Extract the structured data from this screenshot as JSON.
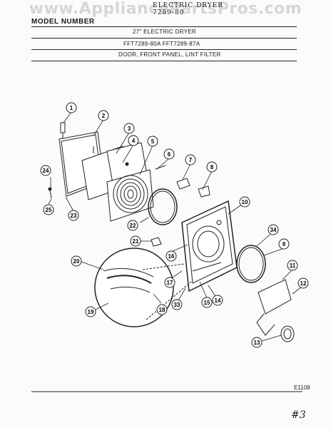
{
  "watermark": "www.AppliancePartsPros.com",
  "header": {
    "title": "ELECTRIC DRYER",
    "code": "7289-80",
    "model_label": "MODEL NUMBER",
    "subtitle": "27\" ELECTRIC DRYER",
    "models": "FFT7289-80A    FFT7289-87A",
    "section": "DOOR, FRONT PANEL, LINT FILTER"
  },
  "figure_code": "E1108",
  "handwritten_note": "#3",
  "callouts": [
    "1",
    "2",
    "3",
    "4",
    "5",
    "6",
    "7",
    "8",
    "9",
    "10",
    "11",
    "12",
    "13",
    "14",
    "15",
    "16",
    "17",
    "18",
    "19",
    "20",
    "21",
    "22",
    "23",
    "24",
    "25",
    "33",
    "34"
  ]
}
